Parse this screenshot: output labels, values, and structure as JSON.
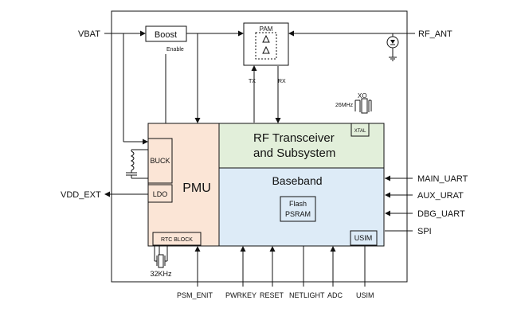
{
  "blocks": {
    "boost": "Boost",
    "enable": "Enable",
    "pam": "PAM",
    "tx": "TX",
    "rx": "RX",
    "xo": "XO",
    "xtal_freq": "26MHz",
    "xtal": "XTAL",
    "rf_line1": "RF Transceiver",
    "rf_line2": "and Subsystem",
    "buck": "BUCK",
    "ldo": "LDO",
    "pmu": "PMU",
    "baseband": "Baseband",
    "flash": "Flash",
    "psram": "PSRAM",
    "usim_block": "USIM",
    "rtc": "RTC BLOCK",
    "rtc_freq": "32KHz"
  },
  "pins": {
    "vbat": "VBAT",
    "rf_ant": "RF_ANT",
    "vdd_ext": "VDD_EXT",
    "main_uart": "MAIN_UART",
    "aux_urat": "AUX_URAT",
    "dbg_uart": "DBG_UART",
    "spi": "SPI",
    "psm_enit": "PSM_ENIT",
    "pwrkey": "PWRKEY",
    "reset": "RESET",
    "netlight": "NETLIGHT",
    "adc": "ADC",
    "usim": "USIM"
  },
  "colors": {
    "pmu_fill": "#fbe5d6",
    "rf_fill": "#e2efda",
    "baseband_fill": "#ddebf7",
    "line": "#111111"
  }
}
